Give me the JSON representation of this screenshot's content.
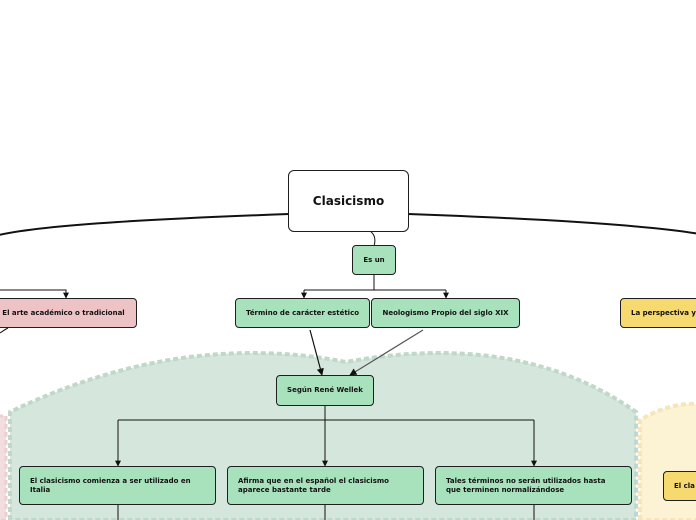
{
  "mindmap": {
    "root": {
      "label": "Clasicismo"
    },
    "es_un": {
      "label": "Es un"
    },
    "left_branch": {
      "label": "El arte académico o tradicional"
    },
    "right_branch": {
      "label": "La perspectiva y"
    },
    "right_child": {
      "label": "El cla"
    },
    "termino": {
      "label": "Término de carácter estético"
    },
    "neologismo": {
      "label": "Neologismo Propio del siglo XIX"
    },
    "segun": {
      "label": "Según René Wellek"
    },
    "children": [
      {
        "label": "El clasicismo comienza a ser utilizado en Italia"
      },
      {
        "label": "Afirma que en el español el clasicismo aparece bastante tarde"
      },
      {
        "label": "Tales términos no serán utilizados hasta que terminen normalizándose"
      }
    ]
  },
  "colors": {
    "green_node": "#a8e2bd",
    "pink_node": "#eec3c6",
    "yellow_node": "#f6d96f",
    "green_boundary": "#d5e7dd",
    "yellow_boundary": "#fcf3d5",
    "pink_boundary": "#f2dede"
  }
}
